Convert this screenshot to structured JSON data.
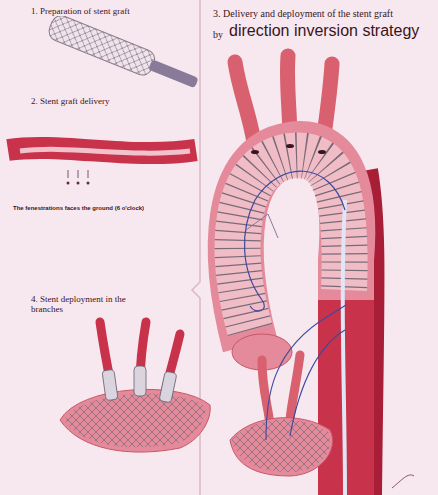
{
  "diagram": {
    "labels": [
      "1. Preparation of stent graft",
      "2. Stent graft delivery",
      "The fenestrations faces the ground (6 o'clock)",
      "3. Delivery and deployment of the stent graft",
      "by",
      "direction inversion strategy",
      "4. Stent deployment in the branches"
    ]
  }
}
